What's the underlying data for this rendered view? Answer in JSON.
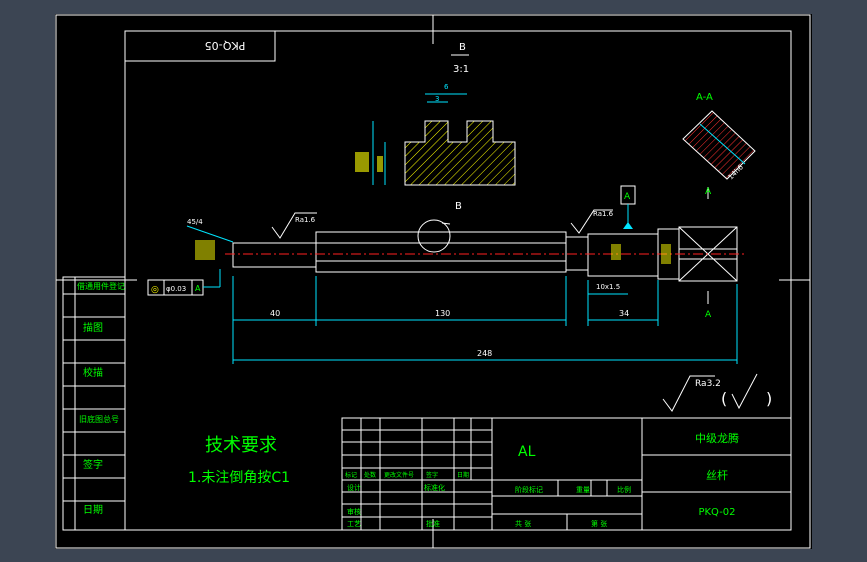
{
  "tech_req": {
    "title": "技术要求",
    "item1": "1.未注倒角按C1"
  },
  "stamp_code": "PKQ-05",
  "detail_b": {
    "label": "B",
    "scale": "3:1",
    "dim_width": "3",
    "dim_top": "6"
  },
  "section_aa": {
    "label": "A-A",
    "dim": "14h6"
  },
  "part": {
    "callout_b": "B",
    "datum_a": "A",
    "section_mark": "A",
    "rough_left": "Ra1.6",
    "rough_right": "Ra1.6",
    "chamfer": "45/4",
    "tol_frame_symbol": "◎",
    "tol_frame_value": "φ0.03",
    "tol_frame_datum": "A",
    "thread_note": "10x1.5",
    "dim_40": "40",
    "dim_130": "130",
    "dim_34": "34",
    "dim_total": "248",
    "general_roughness": "Ra3.2"
  },
  "title_block": {
    "material": "AL",
    "company": "中级龙腾",
    "part_name": "丝杆",
    "drawing_no": "PKQ-02",
    "row_labels": [
      "标记",
      "处数",
      "更改文件号",
      "签字",
      "日期"
    ],
    "design": "设计",
    "standard": "标准化",
    "check": "审核",
    "craft": "工艺",
    "approve": "批准",
    "stage_mark": "阶段标记",
    "weight": "重量",
    "ratio": "比例",
    "sheet_total": "共 张",
    "sheet_no": "第 张"
  },
  "left_strip": [
    "借通用件登记",
    "描图",
    "校描",
    "旧底图总号",
    "签字",
    "日期"
  ]
}
